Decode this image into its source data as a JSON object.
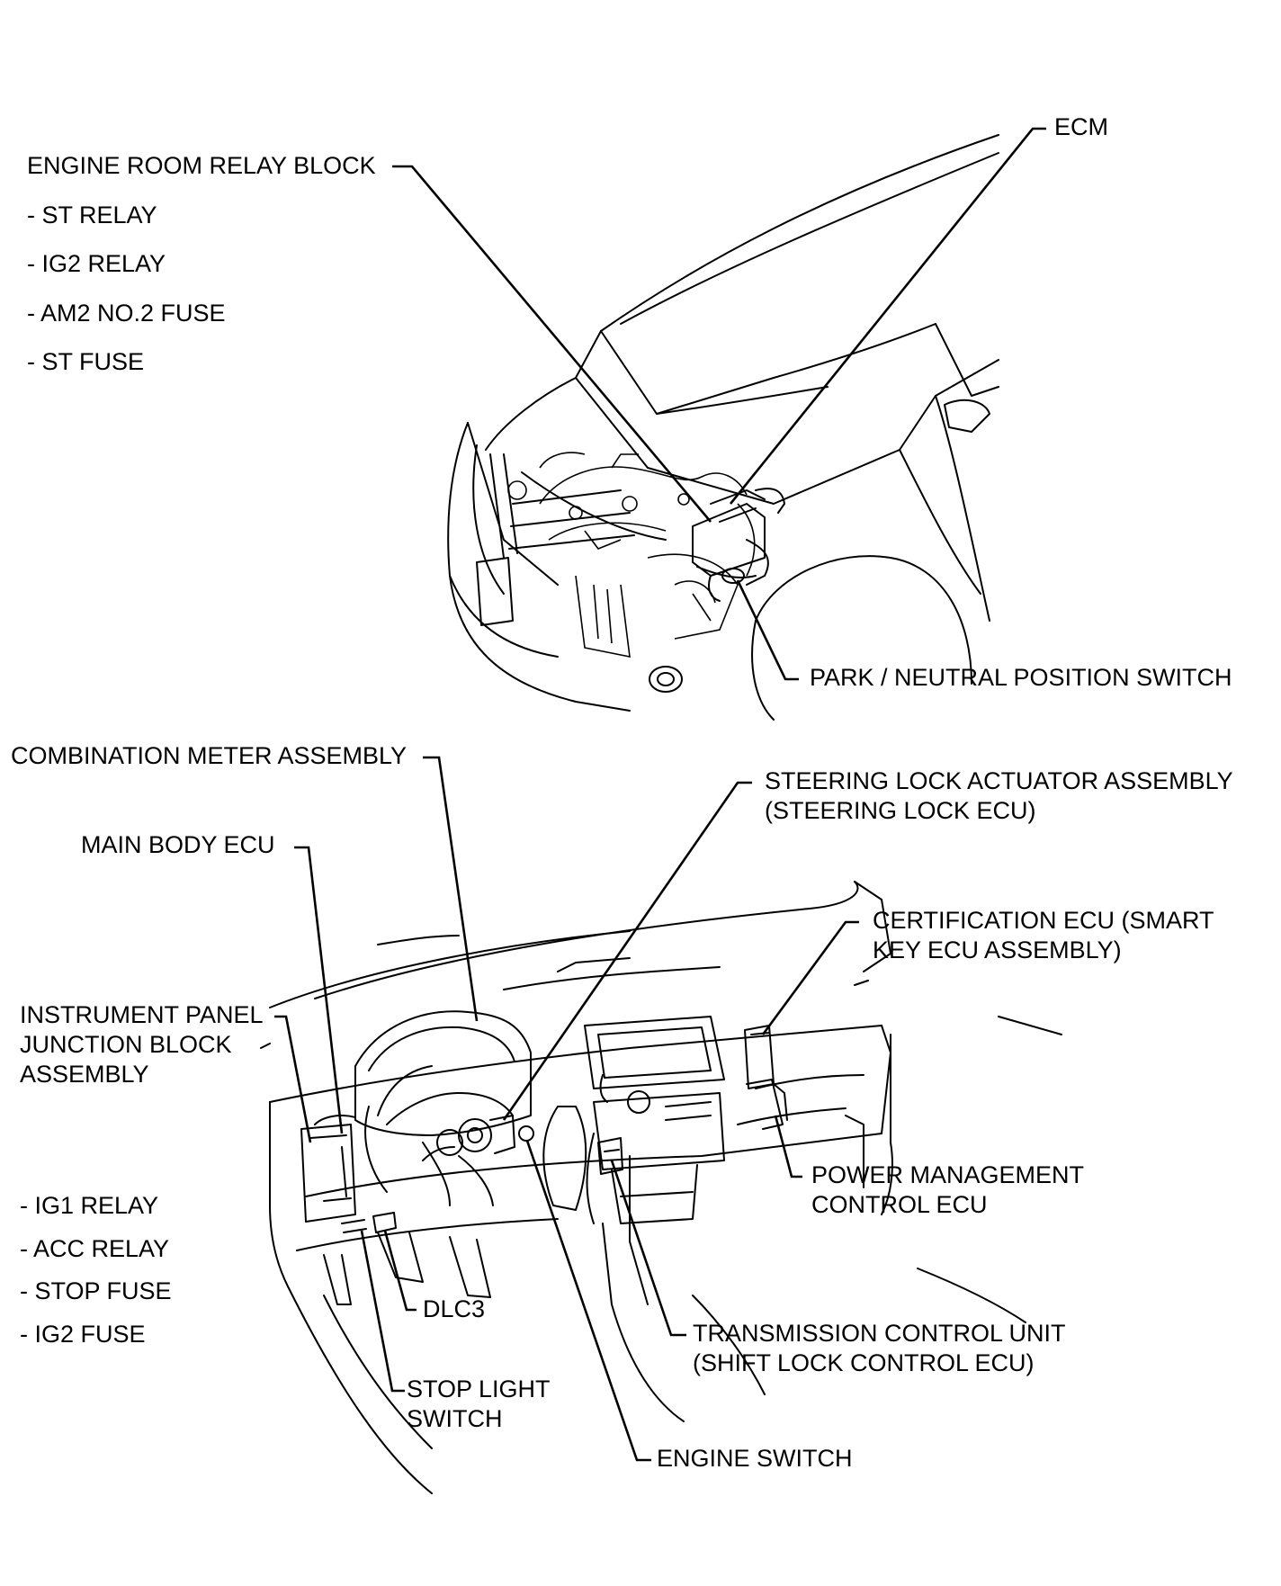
{
  "labels": {
    "ecm": "ECM",
    "engine_room_relay_block": "ENGINE ROOM RELAY BLOCK",
    "st_relay": "- ST RELAY",
    "ig2_relay": "- IG2 RELAY",
    "am2_fuse": "- AM2 NO.2 FUSE",
    "st_fuse": "- ST FUSE",
    "park_neutral": "PARK / NEUTRAL POSITION SWITCH",
    "combination_meter": "COMBINATION METER ASSEMBLY",
    "steering_lock_1": "STEERING LOCK ACTUATOR ASSEMBLY",
    "steering_lock_2": "(STEERING LOCK ECU)",
    "main_body_ecu": "MAIN BODY ECU",
    "certification_1": "CERTIFICATION ECU (SMART",
    "certification_2": "KEY ECU ASSEMBLY)",
    "ip_jb_1": "INSTRUMENT PANEL",
    "ip_jb_2": "JUNCTION BLOCK",
    "ip_jb_3": "ASSEMBLY",
    "power_mgmt_1": "POWER MANAGEMENT",
    "power_mgmt_2": "CONTROL ECU",
    "ig1_relay": "- IG1 RELAY",
    "acc_relay": "- ACC RELAY",
    "stop_fuse": "- STOP FUSE",
    "ig2_fuse": "- IG2 FUSE",
    "dlc3": "DLC3",
    "tcu_1": "TRANSMISSION CONTROL UNIT",
    "tcu_2": "(SHIFT LOCK CONTROL ECU)",
    "stop_light_1": "STOP LIGHT",
    "stop_light_2": "SWITCH",
    "engine_switch": "ENGINE SWITCH"
  }
}
